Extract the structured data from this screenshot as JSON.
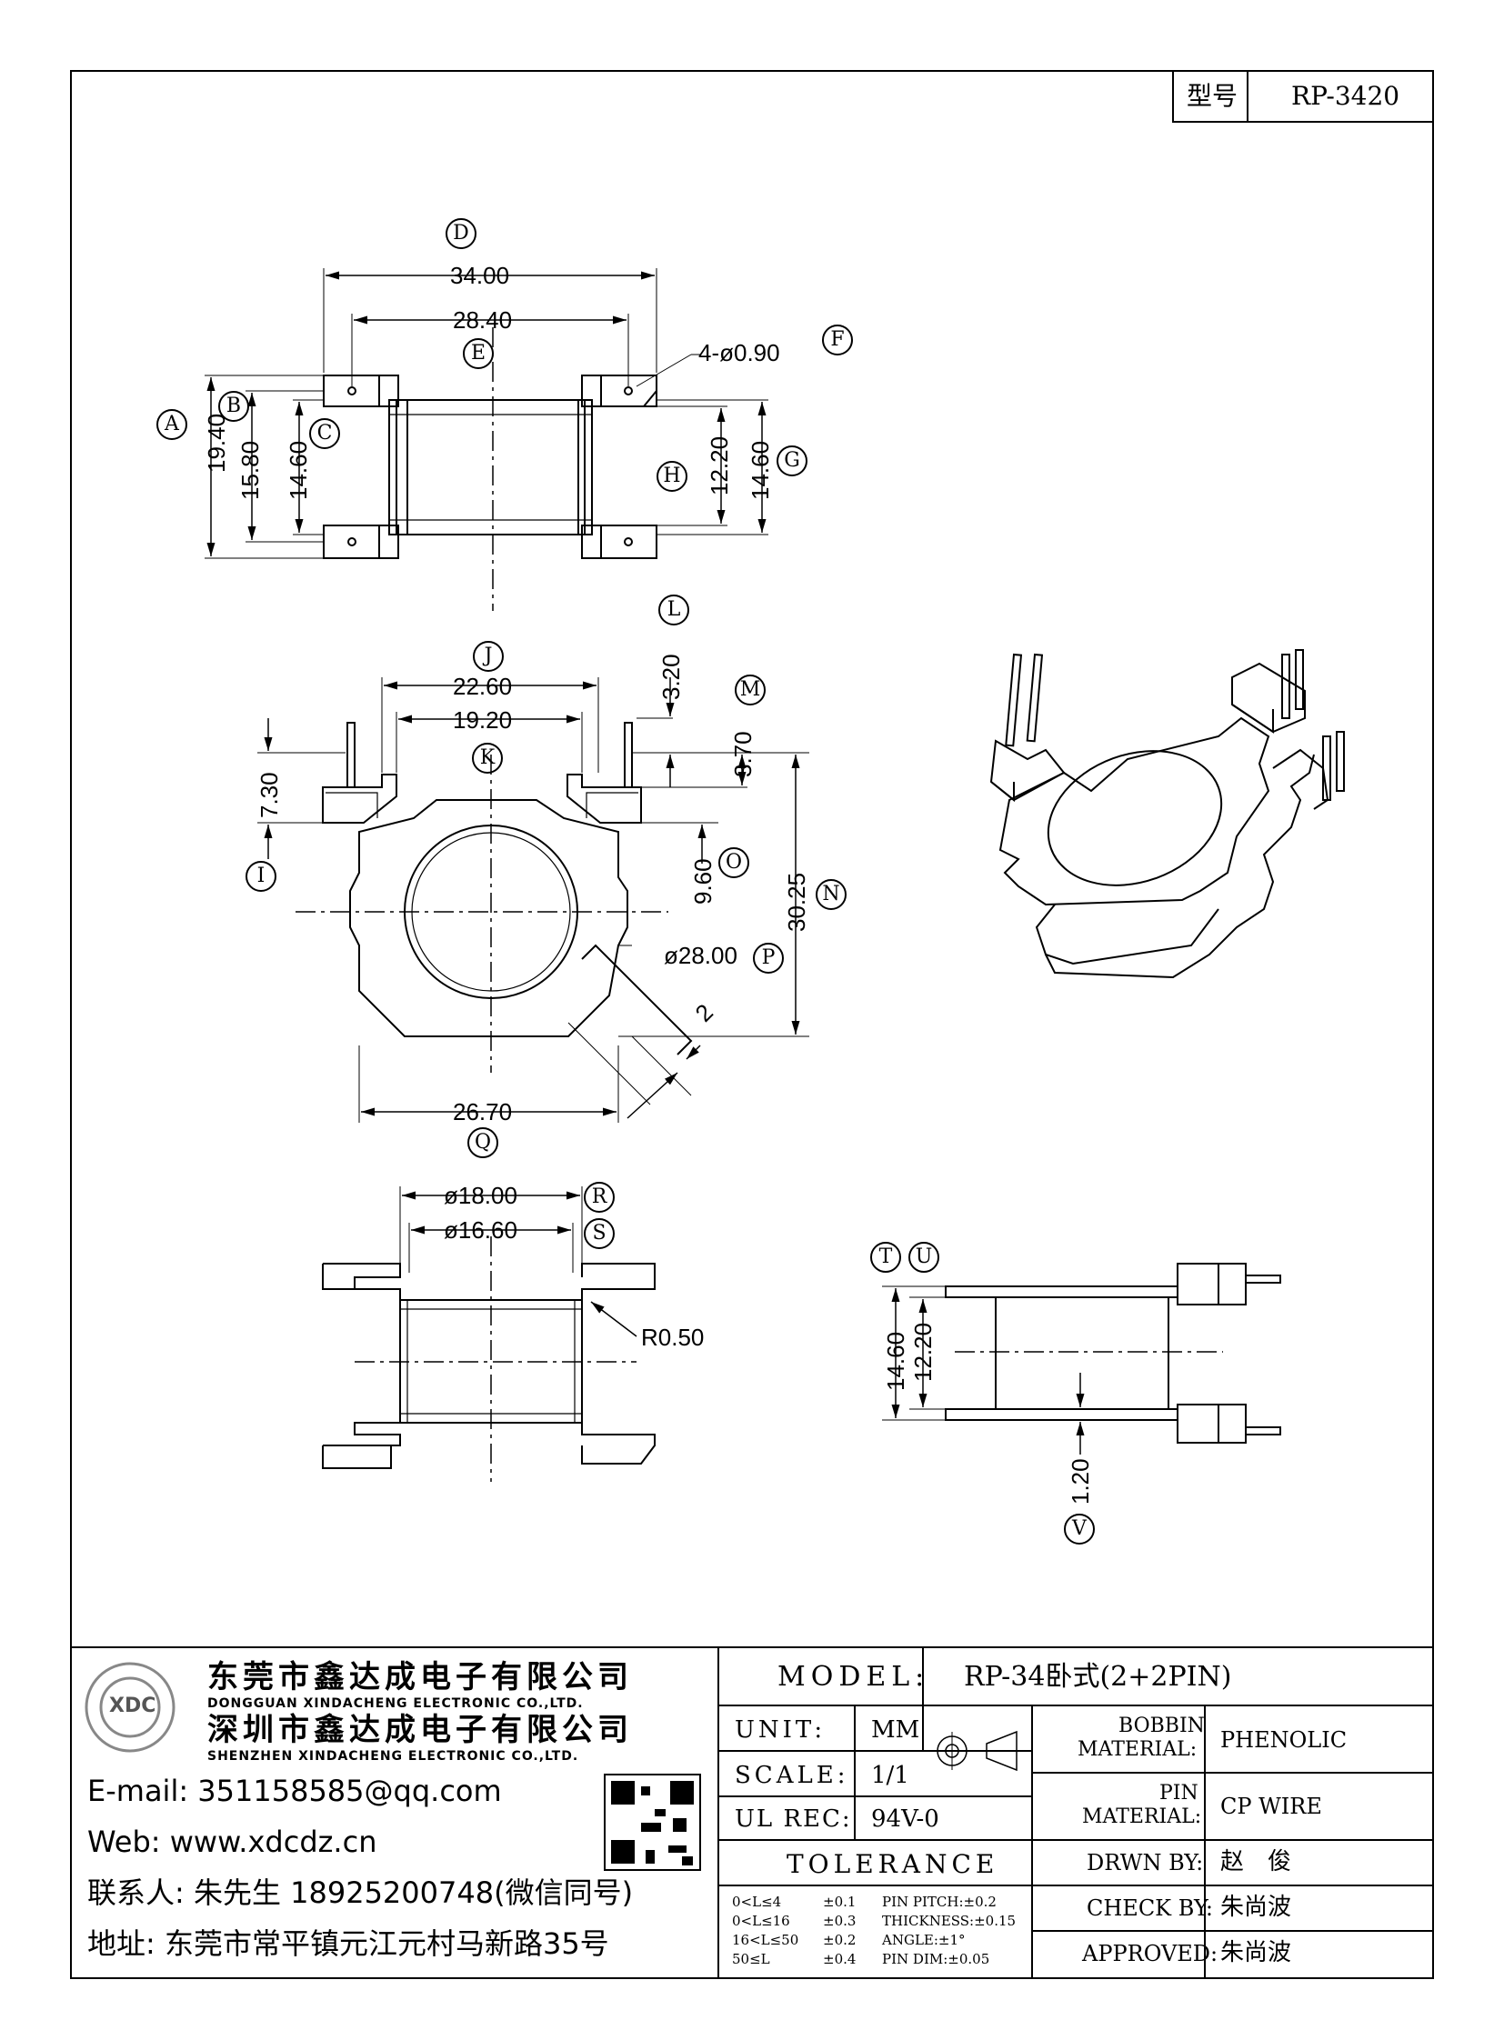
{
  "header": {
    "type_label": "型号",
    "type_value": "RP-3420"
  },
  "dimensions": {
    "d_34": "34.00",
    "d_28_40": "28.40",
    "pin_hole": "4-ø0.90",
    "d_19_40": "19.40",
    "d_15_80": "15.80",
    "d_14_60_left": "14.60",
    "d_12_20_top": "12.20",
    "d_14_60_right": "14.60",
    "d_22_60": "22.60",
    "d_19_20": "19.20",
    "d_3_20": "3.20",
    "d_3_70": "3.70",
    "d_7_30": "7.30",
    "d_9_60": "9.60",
    "d_30_25": "30.25",
    "d_28_00": "ø28.00",
    "d_2": "2",
    "d_26_70": "26.70",
    "d_18_00": "ø18.00",
    "d_16_60": "ø16.60",
    "r_0_50": "R0.50",
    "d_14_60_side": "14.60",
    "d_12_20_side": "12.20",
    "d_1_20": "1.20"
  },
  "callouts": [
    "A",
    "B",
    "C",
    "D",
    "E",
    "F",
    "G",
    "H",
    "I",
    "J",
    "K",
    "L",
    "M",
    "N",
    "O",
    "P",
    "Q",
    "R",
    "S",
    "T",
    "U",
    "V"
  ],
  "company": {
    "cn1": "东莞市鑫达成电子有限公司",
    "en1": "DONGGUAN XINDACHENG ELECTRONIC CO.,LTD.",
    "cn2": "深圳市鑫达成电子有限公司",
    "en2": "SHENZHEN XINDACHENG ELECTRONIC CO.,LTD.",
    "email": "E-mail: 351158585@qq.com",
    "web": "Web: www.xdcdz.cn",
    "contact": "联系人: 朱先生 18925200748(微信同号)",
    "address": "地址: 东莞市常平镇元江元村马新路35号",
    "logo_text": "XDC"
  },
  "title_block": {
    "model_label": "MODEL:",
    "model_value": "RP-34卧式(2+2PIN)",
    "unit_label": "UNIT:",
    "unit_value": "MM",
    "scale_label": "SCALE:",
    "scale_value": "1/1",
    "ul_label": "UL REC:",
    "ul_value": "94V-0",
    "tolerance_label": "TOLERANCE",
    "tol_rows": [
      {
        "range": "0<L≤4",
        "tol": "±0.1",
        "spec": "PIN PITCH:±0.2"
      },
      {
        "range": "0<L≤16",
        "tol": "±0.3",
        "spec": "THICKNESS:±0.15"
      },
      {
        "range": "16<L≤50",
        "tol": "±0.2",
        "spec": "ANGLE:±1°"
      },
      {
        "range": "50≤L",
        "tol": "±0.4",
        "spec": "PIN DIM:±0.05"
      }
    ],
    "bobbin_label_1": "BOBBIN",
    "bobbin_label_2": "MATERIAL:",
    "bobbin_value": "PHENOLIC",
    "pin_label_1": "PIN",
    "pin_label_2": "MATERIAL:",
    "pin_value": "CP WIRE",
    "drawn_label": "DRWN BY:",
    "drawn_value": "赵　俊",
    "check_label": "CHECK BY:",
    "check_value": "朱尚波",
    "approved_label": "APPROVED:",
    "approved_value": "朱尚波"
  }
}
